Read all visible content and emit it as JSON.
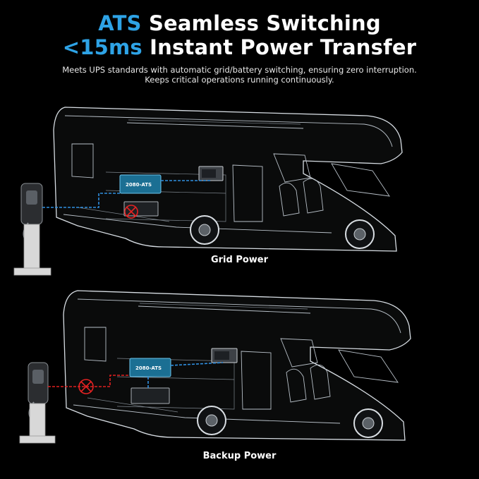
{
  "headline": {
    "line1_accent": "ATS",
    "line1_rest": " Seamless Switching",
    "line2_accent": "<15ms",
    "line2_rest": " Instant Power Transfer"
  },
  "subtitle": {
    "line1": "Meets UPS standards with automatic grid/battery switching, ensuring zero interruption.",
    "line2": "Keeps critical operations running continuously."
  },
  "scenes": {
    "grid": {
      "caption": "Grid Power",
      "inverter_label": "2080-ATS"
    },
    "backup": {
      "caption": "Backup Power",
      "inverter_label": "2080-ATS"
    }
  },
  "colors": {
    "accent": "#2ea3e6",
    "active_flow": "#2f8fe0",
    "interrupted": "#e02020",
    "background": "#000000"
  },
  "icons": [
    "ev-charger-icon",
    "inverter-icon",
    "battery-icon",
    "microwave-icon",
    "blocked-x-icon"
  ]
}
